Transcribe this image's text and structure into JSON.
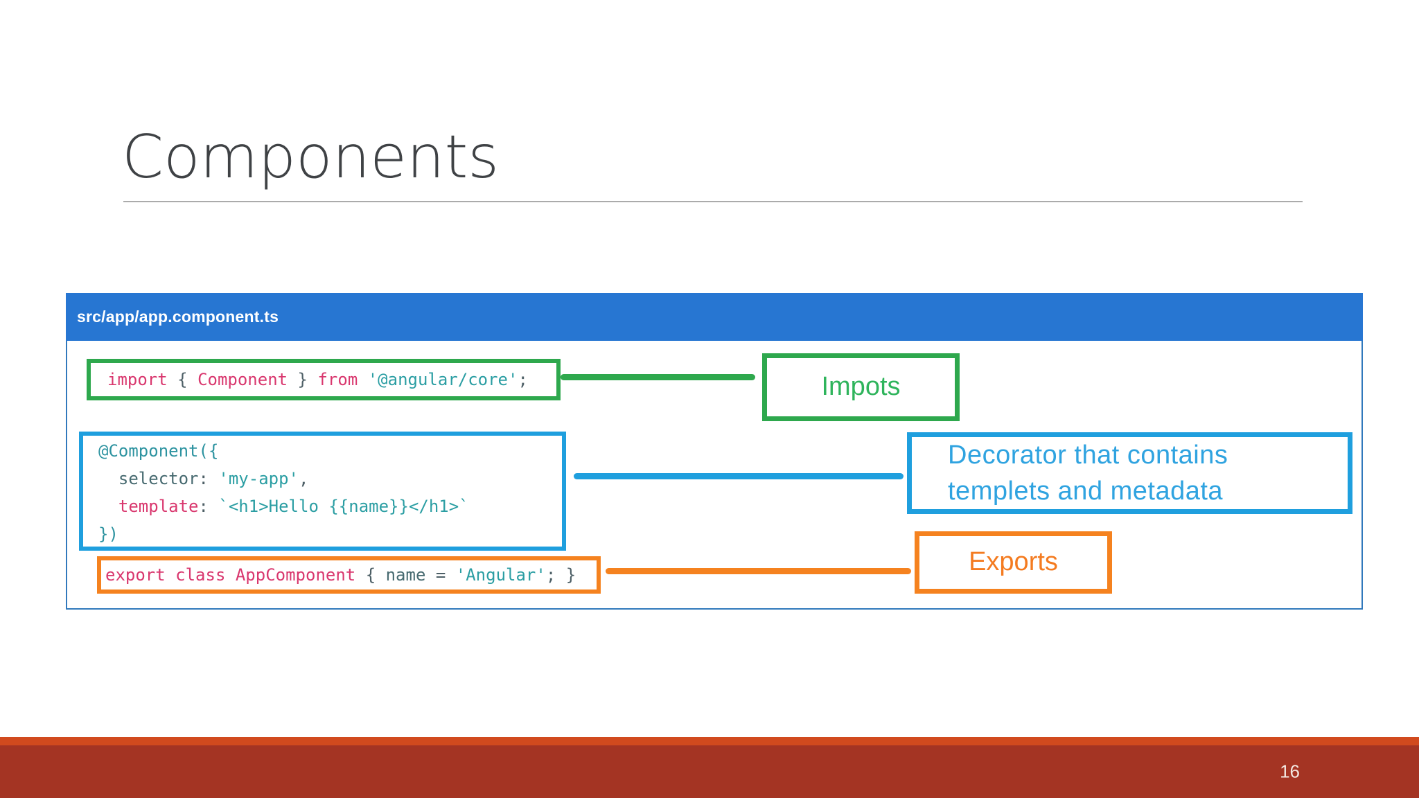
{
  "slide": {
    "title": "Components",
    "page_number": "16"
  },
  "code_panel": {
    "file_path": "src/app/app.component.ts",
    "import_line": [
      {
        "t": "import",
        "c": "kw"
      },
      {
        "t": " { ",
        "c": "pu"
      },
      {
        "t": "Component",
        "c": "kw"
      },
      {
        "t": " } ",
        "c": "pu"
      },
      {
        "t": "from",
        "c": "kw"
      },
      {
        "t": " ",
        "c": "pu"
      },
      {
        "t": "'@angular/core'",
        "c": "str"
      },
      {
        "t": ";",
        "c": "pu"
      }
    ],
    "decorator_lines": [
      [
        {
          "t": "@Component({",
          "c": "deco"
        }
      ],
      [
        {
          "t": "  ",
          "c": "pu"
        },
        {
          "t": "selector",
          "c": "id"
        },
        {
          "t": ": ",
          "c": "pu"
        },
        {
          "t": "'my-app'",
          "c": "str"
        },
        {
          "t": ",",
          "c": "pu"
        }
      ],
      [
        {
          "t": "  ",
          "c": "pu"
        },
        {
          "t": "template",
          "c": "kw"
        },
        {
          "t": ": ",
          "c": "pu"
        },
        {
          "t": "`<h1>Hello {{name}}</h1>`",
          "c": "str"
        }
      ],
      [
        {
          "t": "})",
          "c": "deco"
        }
      ]
    ],
    "export_line": [
      {
        "t": "export",
        "c": "kw"
      },
      {
        "t": " ",
        "c": "pu"
      },
      {
        "t": "class",
        "c": "kw"
      },
      {
        "t": " ",
        "c": "pu"
      },
      {
        "t": "AppComponent",
        "c": "kw"
      },
      {
        "t": " { ",
        "c": "pu"
      },
      {
        "t": "name",
        "c": "id"
      },
      {
        "t": " = ",
        "c": "pu"
      },
      {
        "t": "'Angular'",
        "c": "str"
      },
      {
        "t": "; }",
        "c": "pu"
      }
    ]
  },
  "annotations": {
    "imports_label": "Impots",
    "decorator_label_line1": "Decorator that contains",
    "decorator_label_line2": "templets and metadata",
    "exports_label": "Exports"
  },
  "colors": {
    "accent-green": "#2EA84D",
    "accent-blue": "#1F9FDE",
    "accent-orange": "#F5821F",
    "header-blue": "#2776D2",
    "panel-border-blue": "#3179BC",
    "code-keyword-pink": "#D9376E",
    "code-string-teal": "#2B9EA3",
    "code-plain-gray": "#4D5F66",
    "footer-strip-red": "#D14A1E",
    "footer-bar-red": "#A43423",
    "title-gray": "#3F4245"
  }
}
